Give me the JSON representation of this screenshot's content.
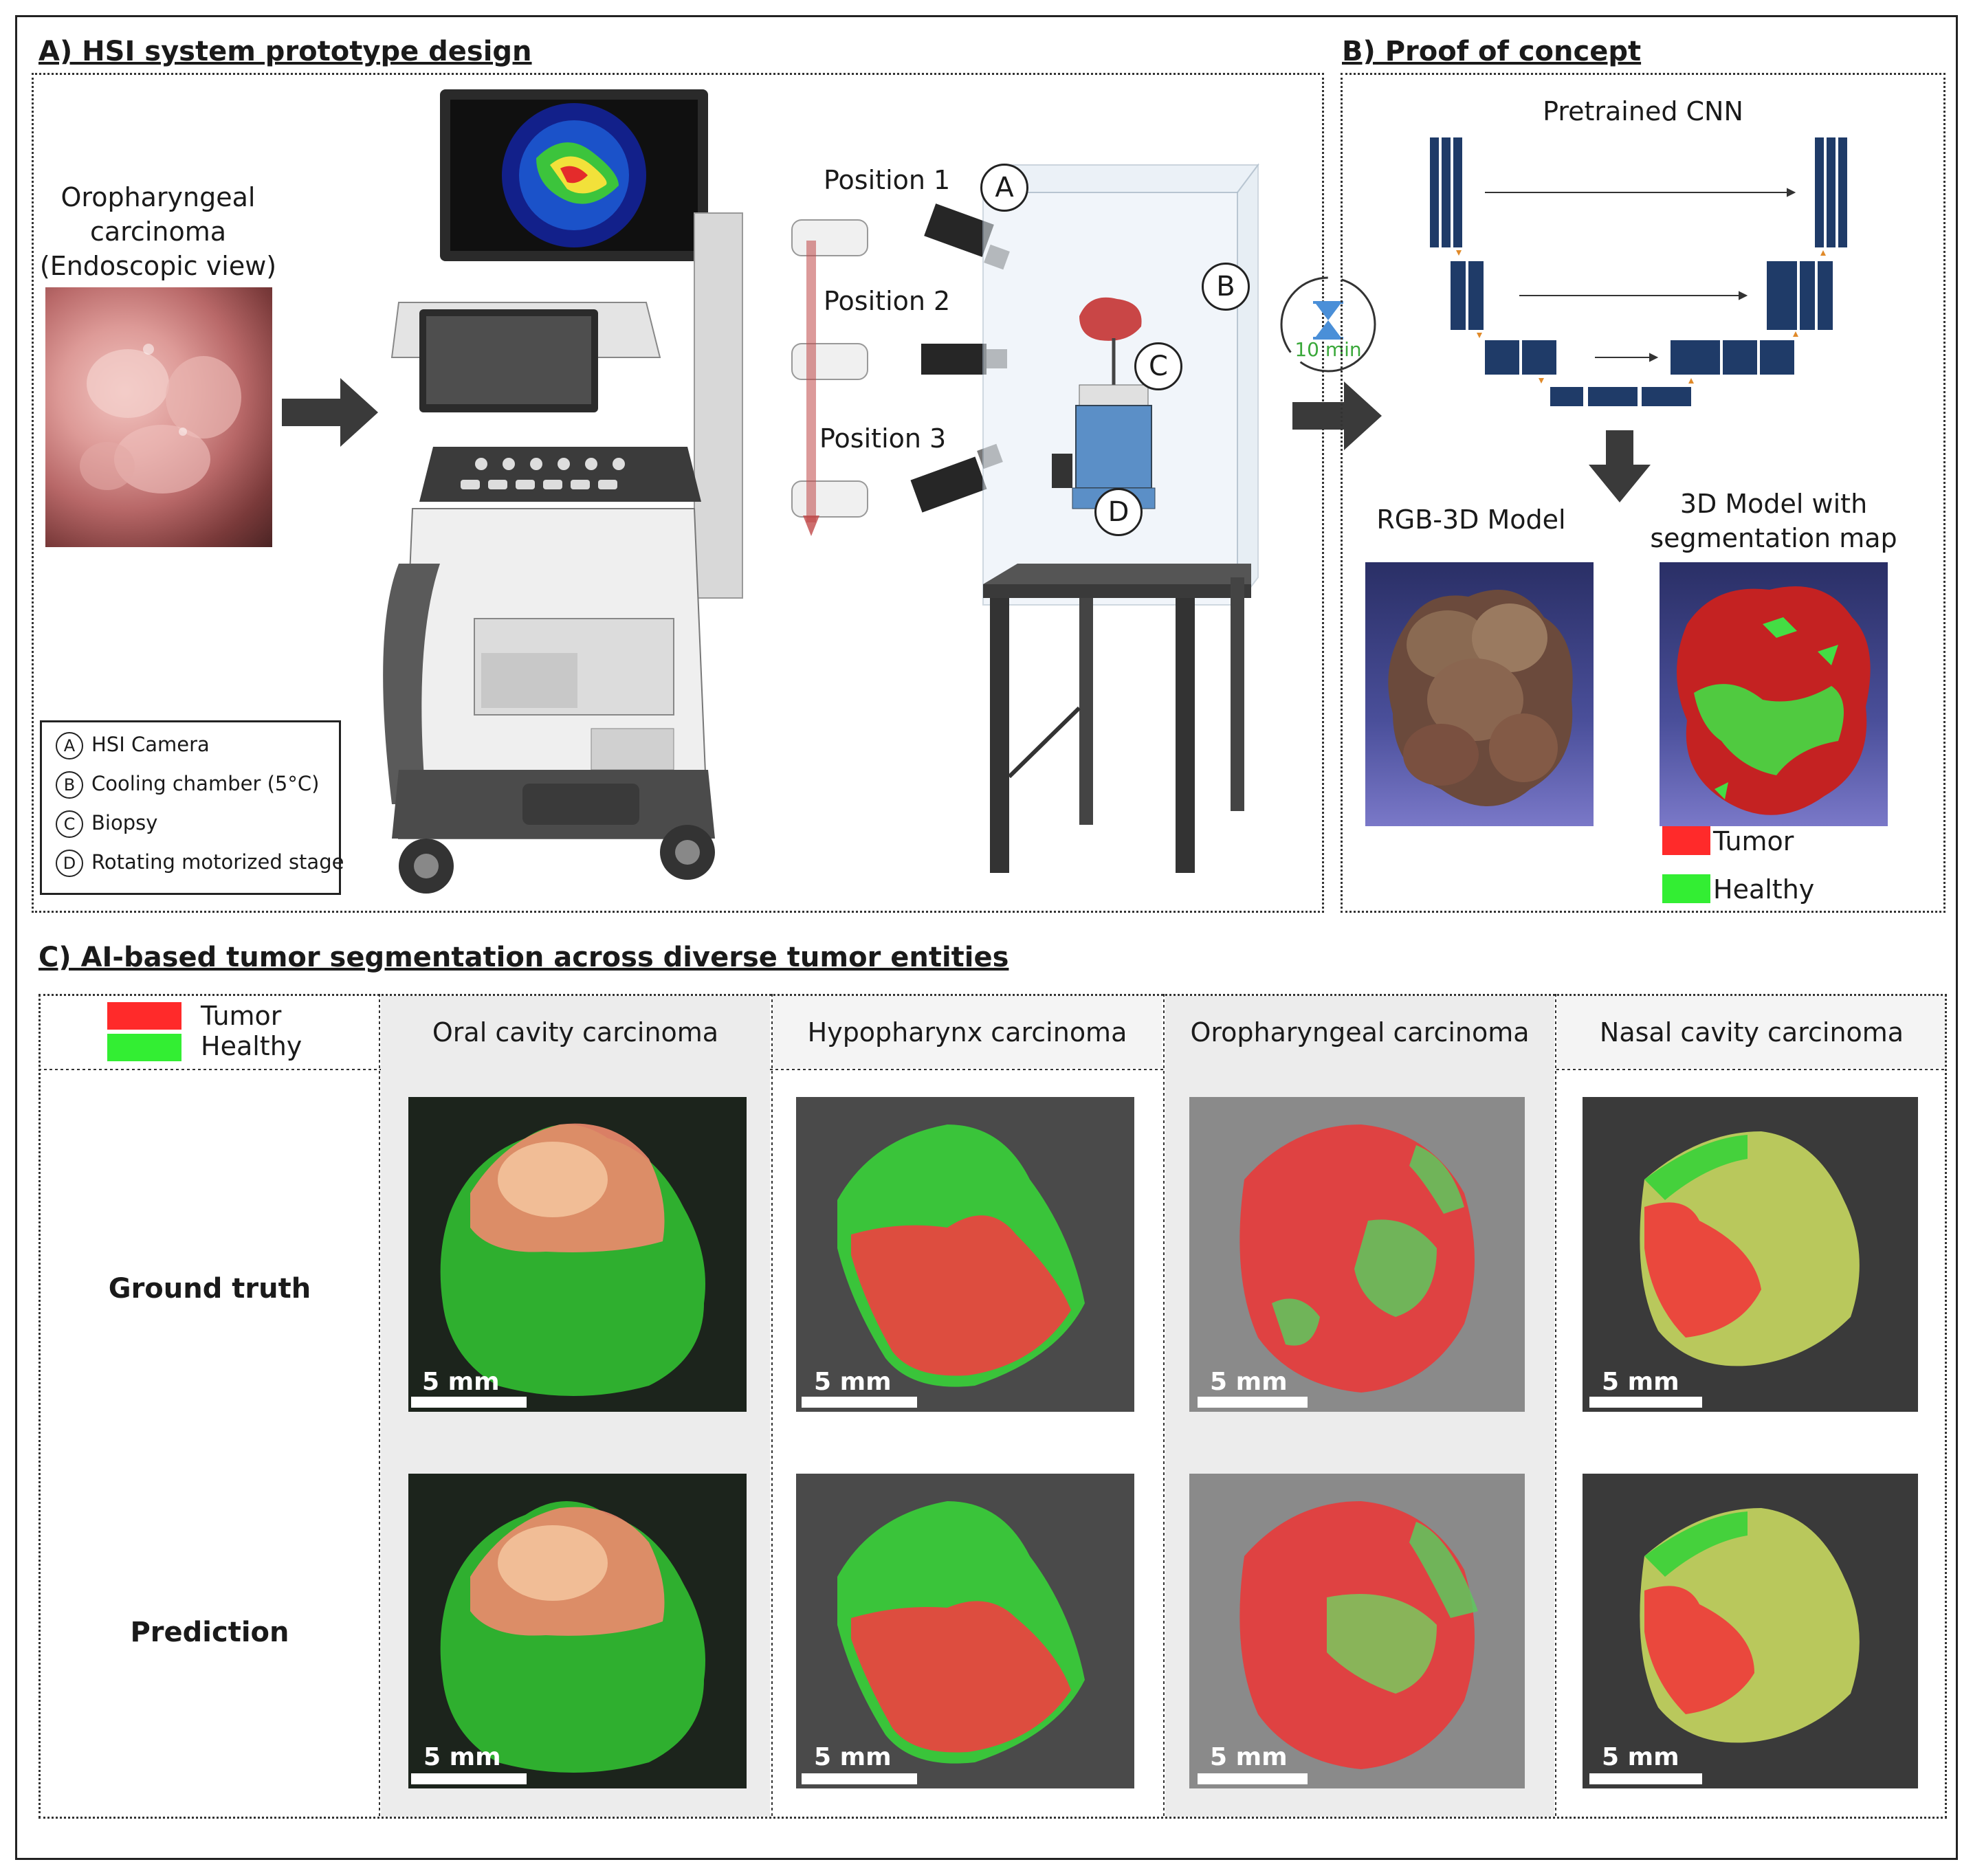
{
  "section_a": {
    "title": "A) HSI system prototype design",
    "endoscopic_label": [
      "Oropharyngeal",
      "carcinoma",
      "(Endoscopic view)"
    ],
    "positions": [
      "Position 1",
      "Position 2",
      "Position 3"
    ],
    "markers": [
      "A",
      "B",
      "C",
      "D"
    ],
    "legend": [
      {
        "letter": "A",
        "text": "HSI Camera"
      },
      {
        "letter": "B",
        "text": "Cooling chamber (5°C)"
      },
      {
        "letter": "C",
        "text": "Biopsy"
      },
      {
        "letter": "D",
        "text": "Rotating motorized stage"
      }
    ],
    "timer_label": "10 min"
  },
  "section_b": {
    "title": "B) Proof of concept",
    "cnn_label": "Pretrained CNN",
    "rgb_model_label": "RGB-3D Model",
    "seg_model_label": [
      "3D Model with",
      "segmentation map"
    ],
    "legend": {
      "tumor": "Tumor",
      "healthy": "Healthy"
    }
  },
  "section_c": {
    "title": "C) AI-based tumor segmentation across diverse tumor entities",
    "legend": {
      "tumor": "Tumor",
      "healthy": "Healthy"
    },
    "columns": [
      "Oral cavity carcinoma",
      "Hypopharynx carcinoma",
      "Oropharyngeal carcinoma",
      "Nasal cavity carcinoma"
    ],
    "rows": [
      "Ground truth",
      "Prediction"
    ],
    "scale_label": "5 mm"
  },
  "colors": {
    "tumor": "#ff2a2a",
    "healthy": "#33ee33",
    "cnn_block": "#1f3b68",
    "arrow": "#3a3a3a",
    "timer_green": "#3aa83a"
  }
}
